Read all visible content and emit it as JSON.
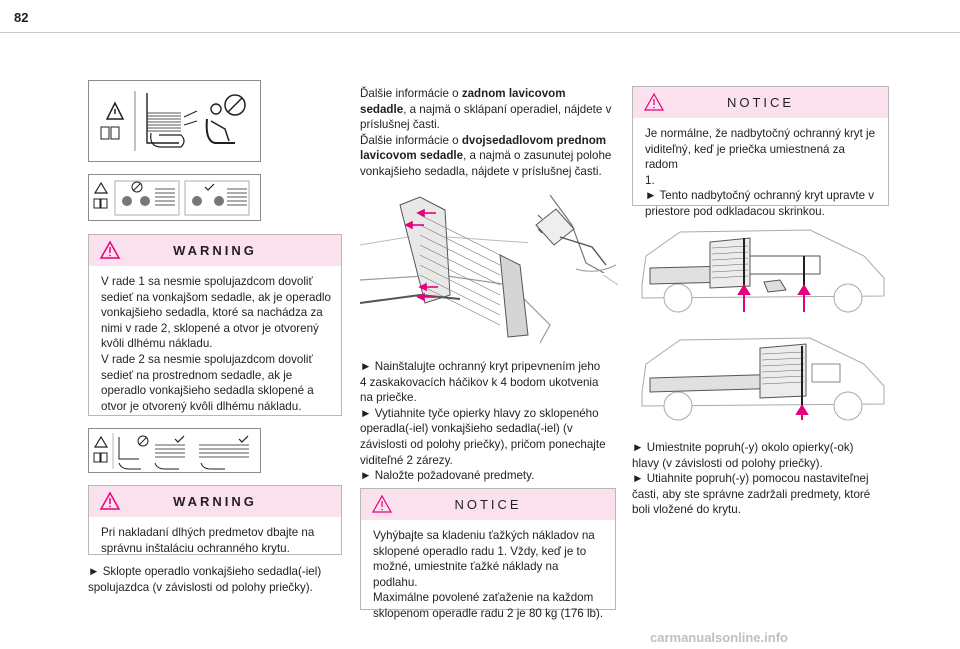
{
  "page": {
    "number": "82",
    "watermark": "carmanualsonline.info"
  },
  "left": {
    "warning1": {
      "title": "WARNING",
      "lines": [
        "V rade 1 sa nesmie spolujazdcom dovoliť",
        "sedieť na vonkajšom sedadle, ak je operadlo",
        "vonkajšieho sedadla, ktoré sa nachádza za",
        "nimi v rade 2, sklopené a otvor je otvorený",
        "kvôli dlhému nákladu.",
        "V rade 2 sa nesmie spolujazdcom dovoliť",
        "sedieť na prostrednom sedadle, ak je",
        "operadlo vonkajšieho sedadla sklopené a",
        "otvor je otvorený kvôli dlhému nákladu."
      ]
    },
    "warning2": {
      "title": "WARNING",
      "lines": [
        "Pri nakladaní dlhých predmetov dbajte na",
        "správnu inštaláciu ochranného krytu."
      ]
    },
    "instruction": {
      "lines": [
        "►  Sklopte operadlo vonkajšieho sedadla(-iel)",
        "spolujazdca (v závislosti od polohy priečky)."
      ]
    }
  },
  "middle": {
    "intro": {
      "l1a": "Ďalšie informácie o ",
      "l1b": "zadnom lavicovom",
      "l2a": "sedadle",
      "l2b": ", a najmä o sklápaní operadiel, nájdete v",
      "l3": "príslušnej časti.",
      "l4a": "Ďalšie informácie o ",
      "l4b": "dvojsedadlovom prednom",
      "l5a": "lavicovom sedadle",
      "l5b": ", a najmä o zasunutej polohe",
      "l6": "vonkajšieho sedadla, nájdete v príslušnej časti."
    },
    "steps": {
      "lines": [
        "►  Nainštalujte ochranný kryt pripevnením jeho",
        "4 zaskakovacích háčikov k 4 bodom ukotvenia",
        "na priečke.",
        "►  Vytiahnite tyče opierky hlavy zo sklopeného",
        "operadla(-iel) vonkajšieho sedadla(-iel) (v",
        "závislosti od polohy priečky), pričom ponechajte",
        "viditeľné 2 zárezy.",
        "►  Naložte požadované predmety."
      ]
    },
    "notice": {
      "title": "NOTICE",
      "lines": [
        "Vyhýbajte sa kladeniu ťažkých nákladov na",
        "sklopené operadlo radu 1. Vždy, keď je to",
        "možné, umiestnite ťažké náklady na podlahu.",
        "Maximálne povolené zaťaženie na každom",
        "sklopenom operadle radu 2 je 80 kg (176 lb)."
      ]
    }
  },
  "right": {
    "notice": {
      "title": "NOTICE",
      "lines": [
        "Je normálne, že nadbytočný ochranný kryt je",
        "viditeľný, keď je priečka umiestnená za radom",
        "1.",
        "►  Tento nadbytočný ochranný kryt upravte v",
        "priestore pod odkladacou skrinkou."
      ]
    },
    "steps": {
      "lines": [
        "►  Umiestnite popruh(-y) okolo opierky(-ok)",
        "hlavy (v závislosti od polohy priečky).",
        "►  Utiahnite popruh(-y) pomocou nastaviteľnej",
        "časti, aby ste správne zadržali predmety, ktoré",
        "boli vložené do krytu."
      ]
    }
  },
  "colors": {
    "accent": "#e6007e",
    "notice_bg": "#fbe1ee",
    "text": "#231f20"
  }
}
